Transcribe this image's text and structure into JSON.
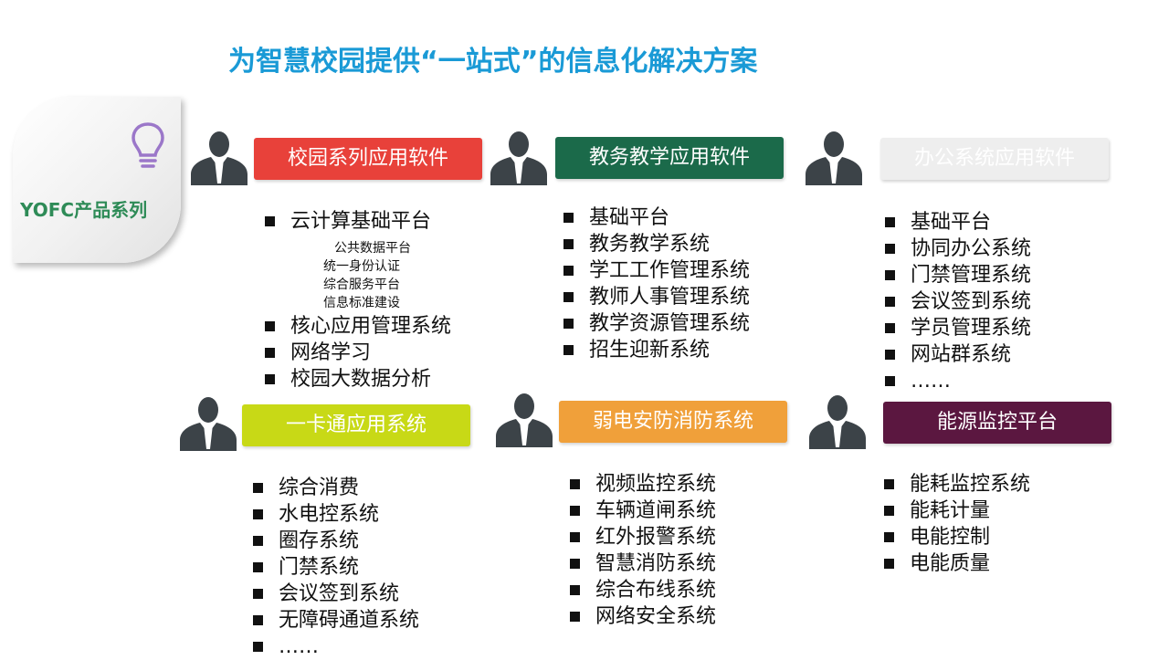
{
  "title": "为智慧校园提供“一站式”的信息化解决方案",
  "badge": {
    "label": "YOFC产品系列",
    "icon": "lightbulb-icon"
  },
  "colors": {
    "title": "#1a9ad6",
    "badge_text": "#2e8b57",
    "campus": "#e8413a",
    "teaching": "#1b6a4a",
    "office": "#eeeeee",
    "card": "#c8d916",
    "security": "#f0a03a",
    "energy": "#5b1740",
    "person": "#3c4348"
  },
  "categories": {
    "campus": {
      "label": "校园系列应用软件",
      "items": [
        "云计算基础平台",
        "核心应用管理系统",
        "网络学习",
        "校园大数据分析"
      ],
      "sub_items": [
        "公共数据平台",
        "统一身份认证",
        "综合服务平台",
        "信息标准建设"
      ]
    },
    "teaching": {
      "label": "教务教学应用软件",
      "items": [
        "基础平台",
        "教务教学系统",
        "学工工作管理系统",
        "教师人事管理系统",
        "教学资源管理系统",
        "招生迎新系统"
      ]
    },
    "office": {
      "label": "办公系统应用软件",
      "items": [
        "基础平台",
        "协同办公系统",
        "门禁管理系统",
        "会议签到系统",
        "学员管理系统",
        "网站群系统",
        "……"
      ]
    },
    "card": {
      "label": "一卡通应用系统",
      "items": [
        "综合消费",
        "水电控系统",
        "圈存系统",
        "门禁系统",
        "会议签到系统",
        "无障碍通道系统",
        "……"
      ]
    },
    "security": {
      "label": "弱电安防消防系统",
      "items": [
        "视频监控系统",
        "车辆道闸系统",
        "红外报警系统",
        "智慧消防系统",
        "综合布线系统",
        "网络安全系统"
      ]
    },
    "energy": {
      "label": "能源监控平台",
      "items": [
        "能耗监控系统",
        "能耗计量",
        "电能控制",
        "电能质量"
      ]
    }
  }
}
